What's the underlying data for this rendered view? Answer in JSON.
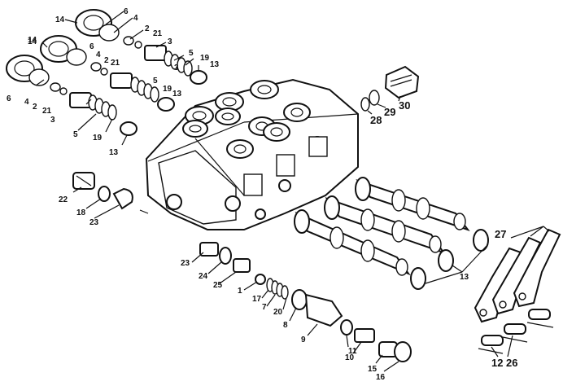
{
  "colors": {
    "ink": "#111111",
    "paper": "#ffffff"
  },
  "callouts": [
    {
      "id": "c14a",
      "text": "14"
    },
    {
      "id": "c6a",
      "text": "6"
    },
    {
      "id": "c4a",
      "text": "4"
    },
    {
      "id": "c2a",
      "text": "2"
    },
    {
      "id": "c21a",
      "text": "21"
    },
    {
      "id": "c3a",
      "text": "3"
    },
    {
      "id": "c14b",
      "text": "14"
    },
    {
      "id": "c6b",
      "text": "6"
    },
    {
      "id": "c4b",
      "text": "4"
    },
    {
      "id": "c2b",
      "text": "2"
    },
    {
      "id": "c21b",
      "text": "21"
    },
    {
      "id": "c5a",
      "text": "5"
    },
    {
      "id": "c19a",
      "text": "19"
    },
    {
      "id": "c13a",
      "text": "13"
    },
    {
      "id": "c14c",
      "text": "14"
    },
    {
      "id": "c3b",
      "text": "3"
    },
    {
      "id": "c5b",
      "text": "5"
    },
    {
      "id": "c19b",
      "text": "19"
    },
    {
      "id": "c13b",
      "text": "13"
    },
    {
      "id": "c6c",
      "text": "6"
    },
    {
      "id": "c4c",
      "text": "4"
    },
    {
      "id": "c2c",
      "text": "2"
    },
    {
      "id": "c21c",
      "text": "21"
    },
    {
      "id": "c3c",
      "text": "3"
    },
    {
      "id": "c5c",
      "text": "5"
    },
    {
      "id": "c19c",
      "text": "19"
    },
    {
      "id": "c13c",
      "text": "13"
    },
    {
      "id": "c28",
      "text": "28"
    },
    {
      "id": "c29",
      "text": "29"
    },
    {
      "id": "c30",
      "text": "30"
    },
    {
      "id": "c22",
      "text": "22"
    },
    {
      "id": "c18",
      "text": "18"
    },
    {
      "id": "c23a",
      "text": "23"
    },
    {
      "id": "c23b",
      "text": "23"
    },
    {
      "id": "c24",
      "text": "24"
    },
    {
      "id": "c25",
      "text": "25"
    },
    {
      "id": "c1",
      "text": "1"
    },
    {
      "id": "c17",
      "text": "17"
    },
    {
      "id": "c7",
      "text": "7"
    },
    {
      "id": "c20",
      "text": "20"
    },
    {
      "id": "c8",
      "text": "8"
    },
    {
      "id": "c9",
      "text": "9"
    },
    {
      "id": "c11",
      "text": "11"
    },
    {
      "id": "c10",
      "text": "10"
    },
    {
      "id": "c15",
      "text": "15"
    },
    {
      "id": "c16",
      "text": "16"
    },
    {
      "id": "c13d",
      "text": "13"
    },
    {
      "id": "c27",
      "text": "27"
    },
    {
      "id": "c12",
      "text": "12"
    },
    {
      "id": "c26",
      "text": "26"
    }
  ]
}
